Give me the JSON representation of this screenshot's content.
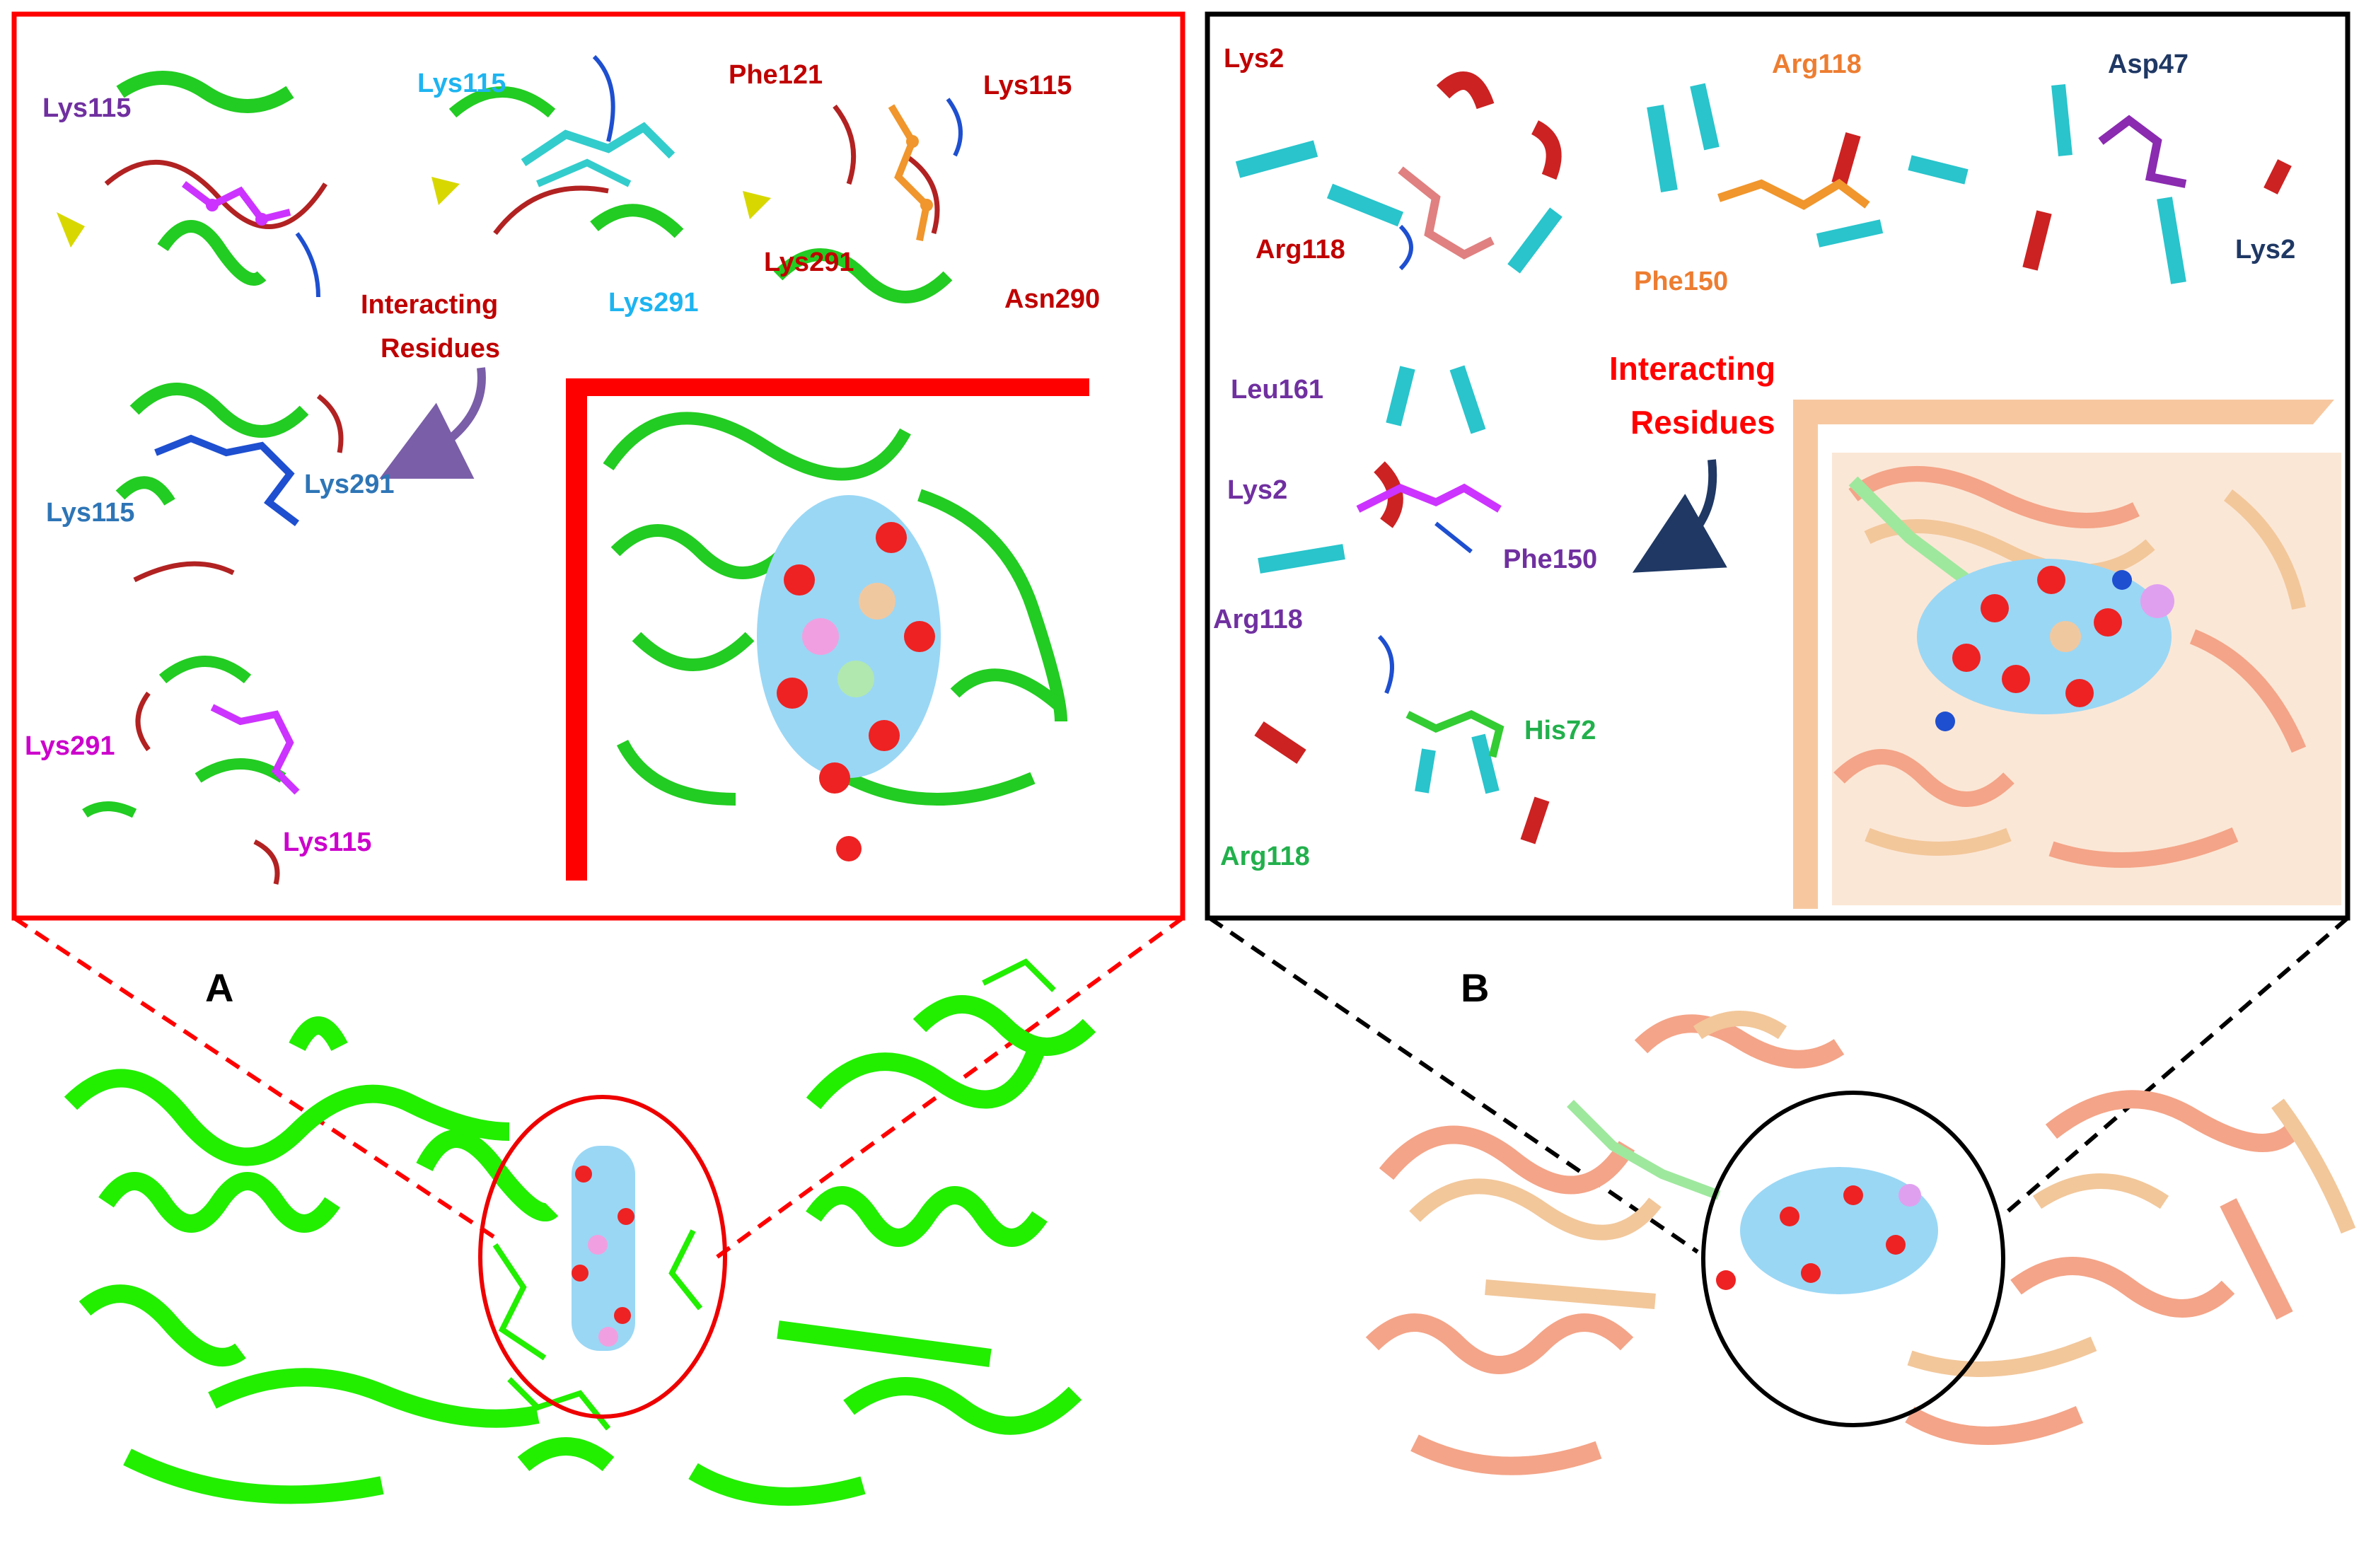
{
  "panel_a": {
    "letter": "A",
    "residue_groups": [
      {
        "labels": [
          "Lys115"
        ],
        "color": "#7030a0"
      },
      {
        "labels": [
          "Lys115",
          "Lys291"
        ],
        "color": "#1eb4f0"
      },
      {
        "labels": [
          "Phe121",
          "Lys115",
          "Lys291",
          "Asn290"
        ],
        "color": "#c00000"
      },
      {
        "labels": [
          "Lys115",
          "Lys291"
        ],
        "color": "#2e75b6"
      },
      {
        "labels": [
          "Lys291",
          "Lys115"
        ],
        "color": "#cc00cc"
      }
    ],
    "interacting_label": [
      "Interacting",
      "Residues"
    ],
    "interacting_color": "#c00000",
    "protein_color": "#22ee00",
    "frame_color": "#ff0000"
  },
  "panel_b": {
    "letter": "B",
    "residue_groups": [
      {
        "labels": [
          "Lys2",
          "Arg118"
        ],
        "color": "#c00000"
      },
      {
        "labels": [
          "Arg118",
          "Phe150"
        ],
        "color": "#ed7d31"
      },
      {
        "labels": [
          "Asp47",
          "Lys2"
        ],
        "color": "#1f3864"
      },
      {
        "labels": [
          "Leu161",
          "Lys2",
          "Phe150",
          "Arg118"
        ],
        "color": "#7030a0"
      },
      {
        "labels": [
          "His72",
          "Arg118"
        ],
        "color": "#22b04c"
      }
    ],
    "interacting_label": [
      "Interacting",
      "Residues"
    ],
    "interacting_color": "#ff0000",
    "protein_colors": [
      "#f4a488",
      "#f2c79a"
    ],
    "frame_color": "#000000"
  }
}
